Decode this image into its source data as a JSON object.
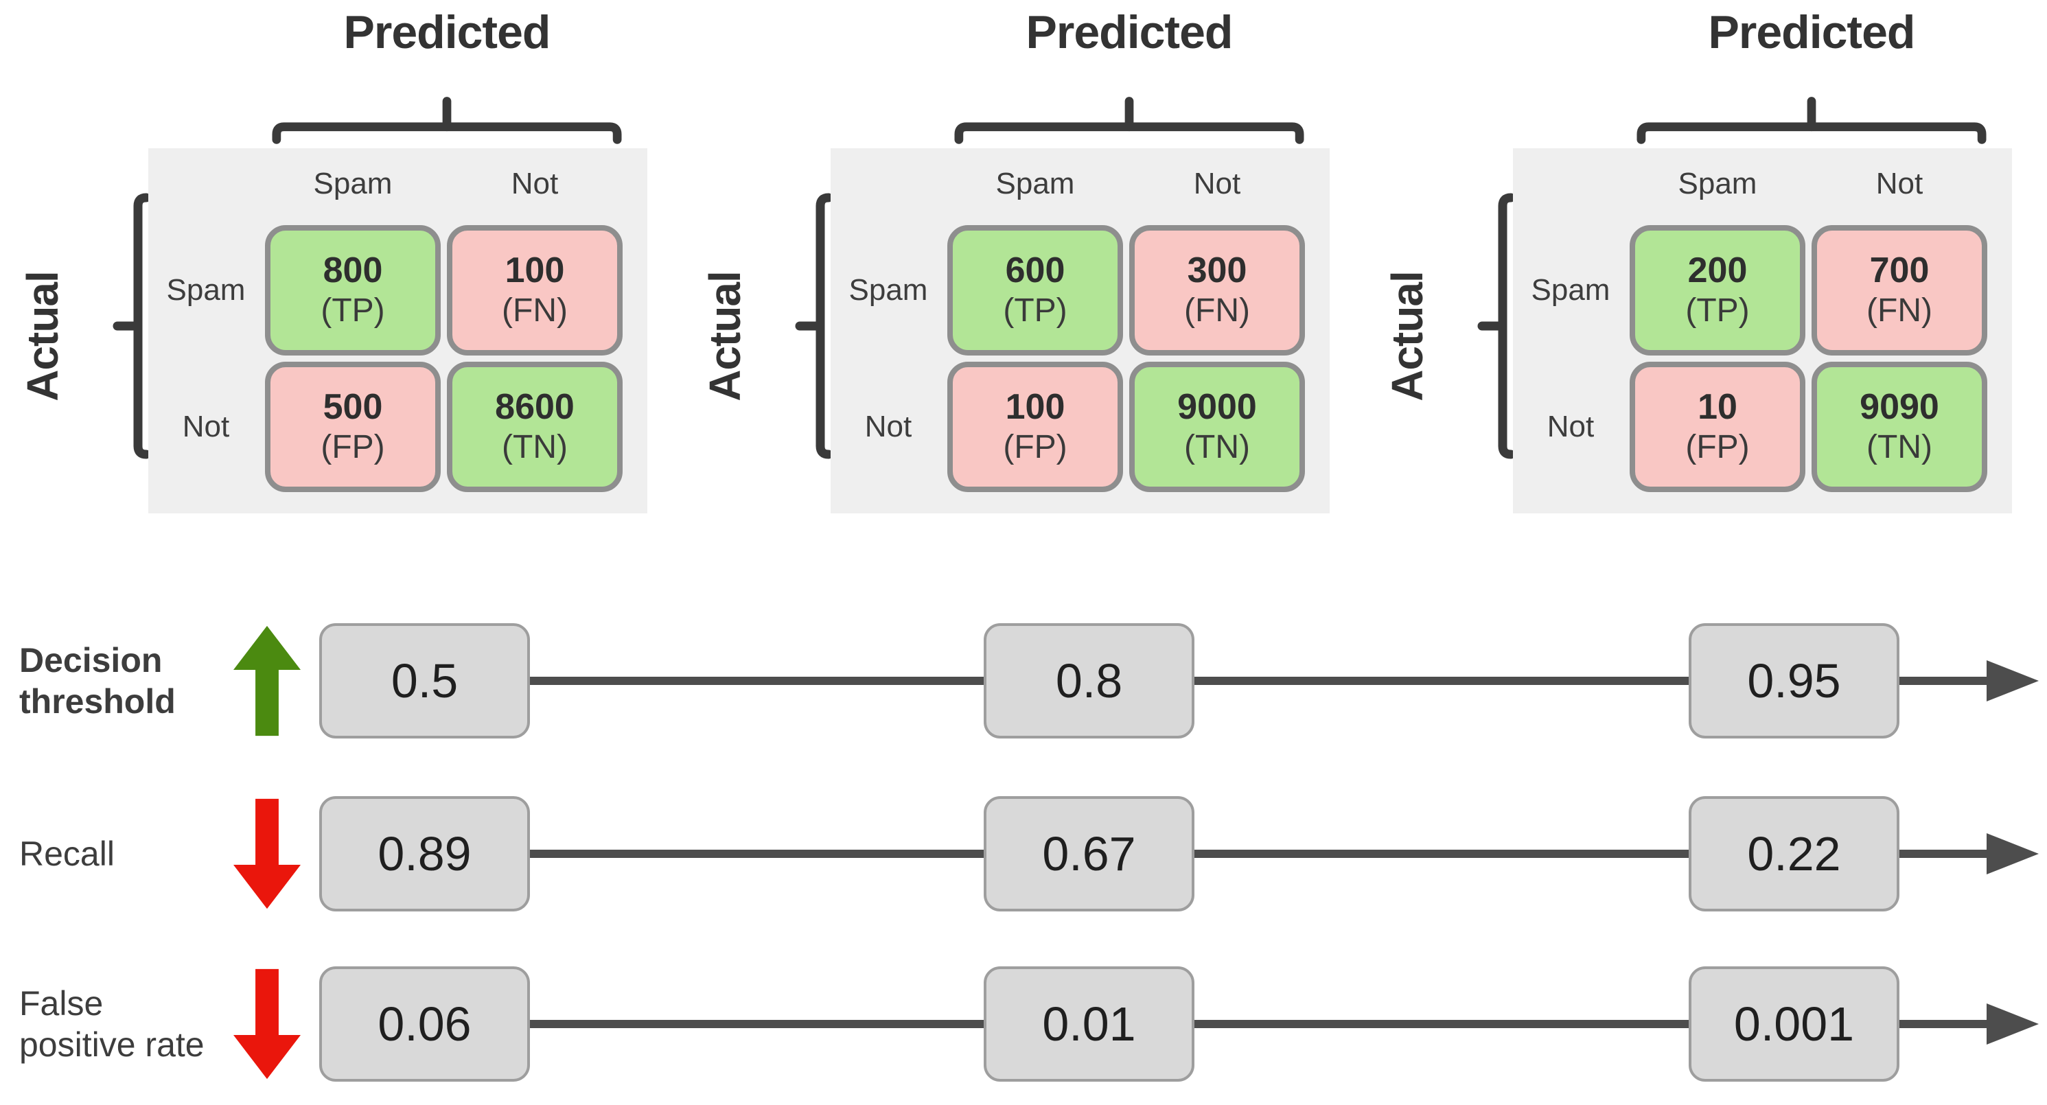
{
  "colors": {
    "cell_green": "#b2e596",
    "cell_pink": "#f9c7c4",
    "cell_border": "#8e8e8e",
    "matrix_bg": "#efefef",
    "box_fill": "#d9d9d9",
    "box_border": "#9e9e9e",
    "line": "#4d4d4d",
    "brace": "#3a3a3a",
    "text": "#3d3d3d",
    "arrow_green": "#4b8a10",
    "arrow_red": "#ea160c"
  },
  "matrix_section": {
    "predicted_label": "Predicted",
    "actual_label": "Actual",
    "col_headers": [
      "Spam",
      "Not"
    ],
    "row_headers": [
      "Spam",
      "Not"
    ],
    "matrices": [
      {
        "cells": [
          {
            "value": "800",
            "tag": "(TP)",
            "type": "green"
          },
          {
            "value": "100",
            "tag": "(FN)",
            "type": "pink"
          },
          {
            "value": "500",
            "tag": "(FP)",
            "type": "pink"
          },
          {
            "value": "8600",
            "tag": "(TN)",
            "type": "green"
          }
        ]
      },
      {
        "cells": [
          {
            "value": "600",
            "tag": "(TP)",
            "type": "green"
          },
          {
            "value": "300",
            "tag": "(FN)",
            "type": "pink"
          },
          {
            "value": "100",
            "tag": "(FP)",
            "type": "pink"
          },
          {
            "value": "9000",
            "tag": "(TN)",
            "type": "green"
          }
        ]
      },
      {
        "cells": [
          {
            "value": "200",
            "tag": "(TP)",
            "type": "green"
          },
          {
            "value": "700",
            "tag": "(FN)",
            "type": "pink"
          },
          {
            "value": "10",
            "tag": "(FP)",
            "type": "pink"
          },
          {
            "value": "9090",
            "tag": "(TN)",
            "type": "green"
          }
        ]
      }
    ]
  },
  "metric_rows": [
    {
      "label": "Decision threshold",
      "trend": "up",
      "arrow_color": "#4b8a10",
      "values": [
        "0.5",
        "0.8",
        "0.95"
      ]
    },
    {
      "label": "Recall",
      "trend": "down",
      "arrow_color": "#ea160c",
      "values": [
        "0.89",
        "0.67",
        "0.22"
      ]
    },
    {
      "label": "False positive rate",
      "trend": "down",
      "arrow_color": "#ea160c",
      "values": [
        "0.06",
        "0.01",
        "0.001"
      ]
    }
  ]
}
